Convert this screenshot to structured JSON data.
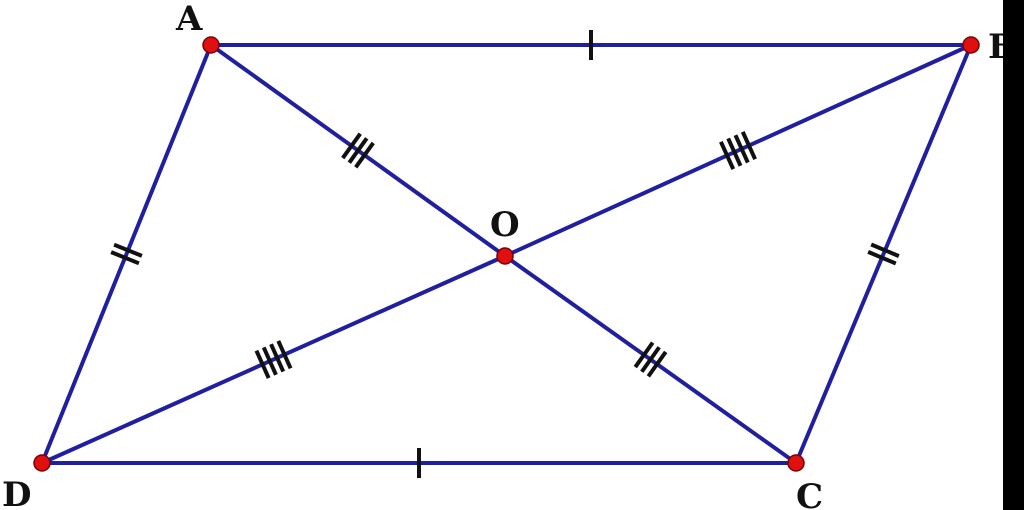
{
  "diagram": {
    "points": [
      {
        "id": "A",
        "label": "A"
      },
      {
        "id": "B",
        "label": "B"
      },
      {
        "id": "C",
        "label": "C"
      },
      {
        "id": "D",
        "label": "D"
      },
      {
        "id": "O",
        "label": "O"
      }
    ],
    "segments": [
      {
        "id": "AB",
        "from": "A",
        "to": "B",
        "ticks": 1
      },
      {
        "id": "DC",
        "from": "D",
        "to": "C",
        "ticks": 1
      },
      {
        "id": "AD",
        "from": "A",
        "to": "D",
        "ticks": 2
      },
      {
        "id": "BC",
        "from": "B",
        "to": "C",
        "ticks": 2
      },
      {
        "id": "AO",
        "from": "A",
        "to": "O",
        "ticks": 3
      },
      {
        "id": "OC",
        "from": "O",
        "to": "C",
        "ticks": 3
      },
      {
        "id": "OB",
        "from": "O",
        "to": "B",
        "ticks": 4
      },
      {
        "id": "DO",
        "from": "D",
        "to": "O",
        "ticks": 4
      }
    ],
    "colors": {
      "line": "#1f1fa0",
      "point": "#e01010",
      "label": "#111111"
    }
  }
}
